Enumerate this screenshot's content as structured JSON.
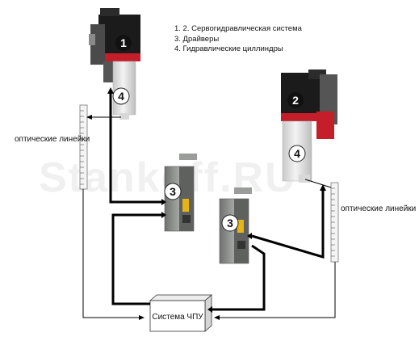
{
  "legend": [
    "1. 2. Сервогидравлическая система",
    "3. Драйверы",
    "4. Гидравлические циллиндры"
  ],
  "labels": {
    "optical_left": "оптические линейки",
    "optical_right": "оптические линейки",
    "cnc": "Система ЧПУ"
  },
  "badges": {
    "unit1": "1",
    "cyl_left": "4",
    "unit2": "2",
    "cyl_right": "4",
    "driver_left": "3",
    "driver_right": "3"
  },
  "watermark": "Stankoff.RU",
  "colors": {
    "accent_red": "#c41e2a",
    "housing_dark": "#1b1b1b",
    "cylinder": "#e4e4e4",
    "driver_body": "#8a8d8a",
    "connector_yellow": "#e7b418"
  }
}
